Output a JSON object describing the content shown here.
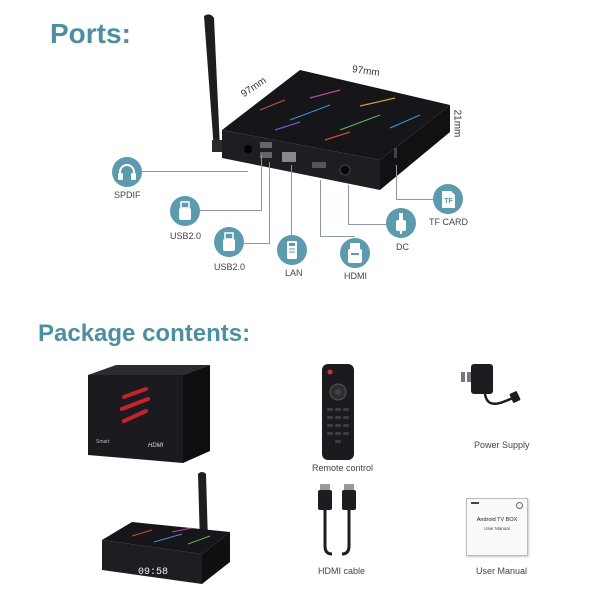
{
  "headings": {
    "ports": "Ports:",
    "package": "Package contents:"
  },
  "dimensions": {
    "depth": "97mm",
    "width": "97mm",
    "height": "21mm"
  },
  "ports": [
    {
      "label": "SPDIF",
      "icon": "headphone-icon"
    },
    {
      "label": "USB2.0",
      "icon": "usb-icon"
    },
    {
      "label": "USB2.0",
      "icon": "usb-icon"
    },
    {
      "label": "LAN",
      "icon": "ethernet-icon"
    },
    {
      "label": "HDMI",
      "icon": "hdmi-icon"
    },
    {
      "label": "DC",
      "icon": "dc-plug-icon"
    },
    {
      "label": "TF CARD",
      "icon": "tf-card-icon"
    }
  ],
  "package_items": [
    {
      "label": "",
      "name": "retail-box"
    },
    {
      "label": "Remote control",
      "name": "remote-control"
    },
    {
      "label": "Power Supply",
      "name": "power-supply"
    },
    {
      "label": "",
      "name": "tv-box-device"
    },
    {
      "label": "HDMI cable",
      "name": "hdmi-cable"
    },
    {
      "label": "User Manual",
      "name": "user-manual"
    }
  ],
  "retail_box_text": {
    "brand": "Smart",
    "hdmi_logo": "HDMI"
  },
  "device_display": "09:58",
  "manual_text": {
    "title": "Android TV BOX",
    "subtitle": "User Manual"
  },
  "tf_icon_text": "TF",
  "colors": {
    "accent": "#4e8ea3",
    "icon_circle": "#5c9aae",
    "device_body": "#1c1c1f"
  }
}
